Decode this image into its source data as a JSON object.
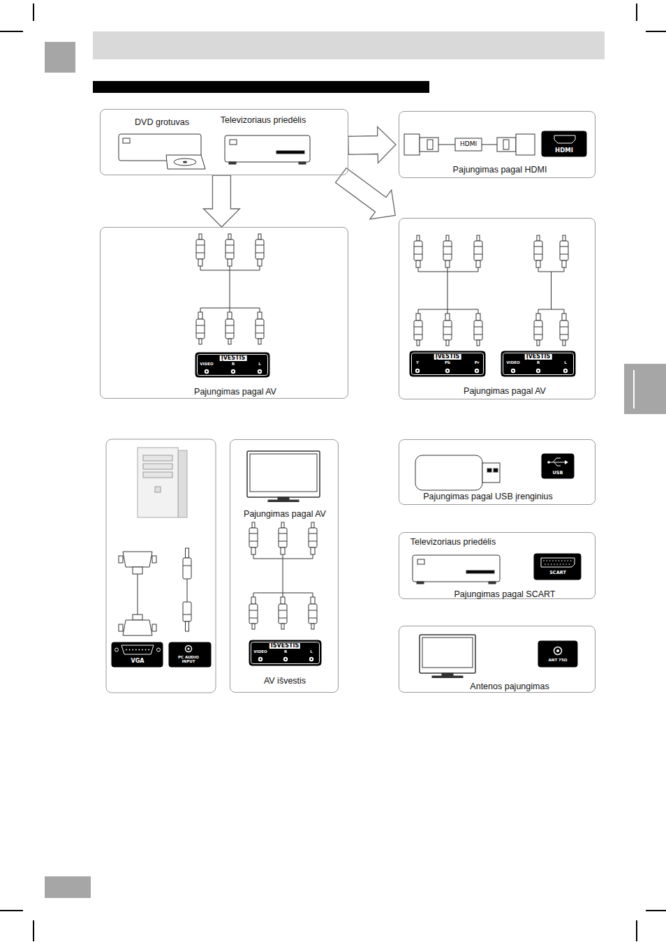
{
  "diagram": {
    "nodes": [
      {
        "text": [
          "DVD grotuvas",
          "Televizoriaus priedėlis"
        ]
      },
      {
        "text": [
          "Pajungimas pagal HDMI"
        ]
      },
      {
        "text": [
          "Pajungimas pagal AV"
        ]
      },
      {
        "text": [
          "Pajungimas pagal AV"
        ]
      },
      {
        "text": [
          "Pajungimas pagal AV",
          "AV išvestis"
        ]
      },
      {
        "text": [
          "Pajungimas pagal USB įrenginius"
        ]
      },
      {
        "text": [
          "Televizoriaus priedėlis",
          "Pajungimas pagal SCART"
        ]
      },
      {
        "text": [
          "Antenos pajungimas"
        ]
      }
    ],
    "edges": [
      {
        "from": 0,
        "to": 1,
        "arrow": "to"
      },
      {
        "from": 0,
        "to": 2,
        "arrow": "to"
      },
      {
        "from": 0,
        "to": 3,
        "arrow": "to"
      }
    ],
    "labels": [
      "HDMI",
      "HDMI",
      "ĮVESTIS",
      "VIDEO",
      "R",
      "L",
      "ĮVESTIS",
      "Y",
      "Pb",
      "Pr",
      "ĮVESTIS",
      "VIDEO",
      "R",
      "L",
      "VGA",
      "PC AUDIO INPUT",
      "IŠVESTIS",
      "VIDEO",
      "R",
      "L",
      "USB",
      "SCART",
      "ANT 75Ω"
    ]
  }
}
